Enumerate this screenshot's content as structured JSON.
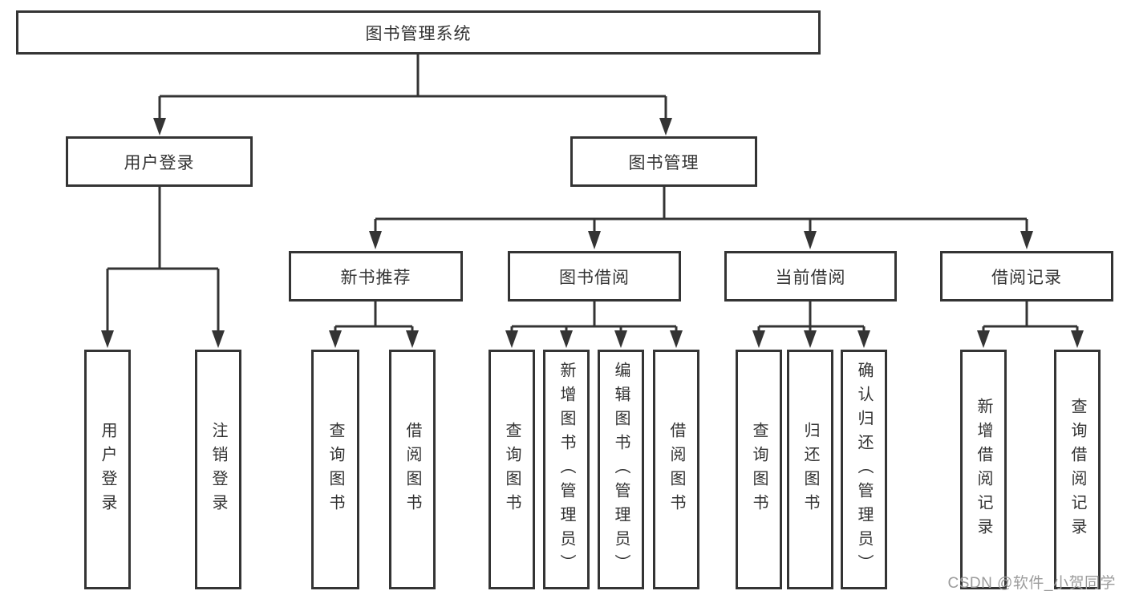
{
  "tree": {
    "root": {
      "label": "图书管理系统",
      "children": [
        {
          "label": "用户登录",
          "children": [
            {
              "label": "用户登录"
            },
            {
              "label": "注销登录"
            }
          ]
        },
        {
          "label": "图书管理",
          "children": [
            {
              "label": "新书推荐",
              "children": [
                {
                  "label": "查询图书"
                },
                {
                  "label": "借阅图书"
                }
              ]
            },
            {
              "label": "图书借阅",
              "children": [
                {
                  "label": "查询图书"
                },
                {
                  "label": "新增图书（管理员）"
                },
                {
                  "label": "编辑图书（管理员）"
                },
                {
                  "label": "借阅图书"
                }
              ]
            },
            {
              "label": "当前借阅",
              "children": [
                {
                  "label": "查询图书"
                },
                {
                  "label": "归还图书"
                },
                {
                  "label": "确认归还（管理员）"
                }
              ]
            },
            {
              "label": "借阅记录",
              "children": [
                {
                  "label": "新增借阅记录"
                },
                {
                  "label": "查询借阅记录"
                }
              ]
            }
          ]
        }
      ]
    }
  },
  "watermark": {
    "text": "CSDN @软件_小贺同学"
  },
  "colors": {
    "line": "#343434",
    "box_border": "#343434",
    "text": "#333333",
    "background": "#ffffff",
    "watermark": "#9c9c9c"
  }
}
